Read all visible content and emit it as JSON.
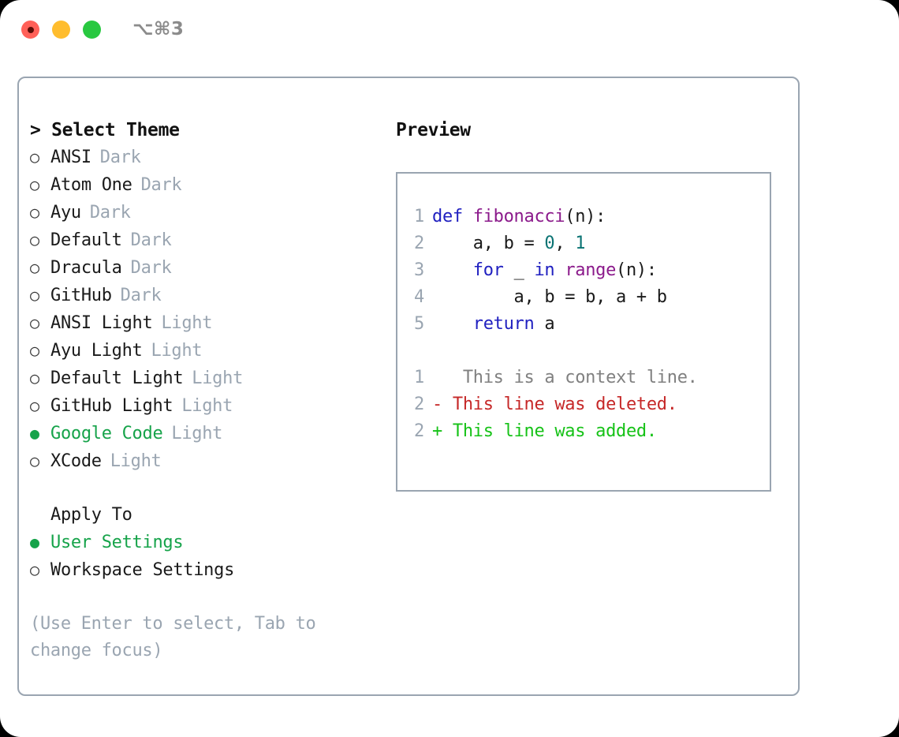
{
  "titlebar": {
    "shortcut": "⌥⌘3",
    "lights": [
      {
        "name": "close",
        "color": "#ff6058"
      },
      {
        "name": "minimize",
        "color": "#ffbd2e"
      },
      {
        "name": "zoom",
        "color": "#28c840"
      }
    ]
  },
  "colors": {
    "selected_green": "#16a34a",
    "muted": "#9aa5b1",
    "border": "#9aa5b1",
    "text": "#1a1a1a",
    "keyword_blue": "#2020c0",
    "function_purple": "#8b1a8b",
    "number_teal": "#0a7373",
    "diff_delete": "#c62828",
    "diff_add": "#16c217",
    "diff_context": "#808080"
  },
  "glyphs": {
    "prompt": ">",
    "radio_empty": "○",
    "radio_filled": "●"
  },
  "theme_list": {
    "heading": "Select Theme",
    "items": [
      {
        "label": "ANSI",
        "tag": "Dark",
        "selected": false
      },
      {
        "label": "Atom One",
        "tag": "Dark",
        "selected": false
      },
      {
        "label": "Ayu",
        "tag": "Dark",
        "selected": false
      },
      {
        "label": "Default",
        "tag": "Dark",
        "selected": false
      },
      {
        "label": "Dracula",
        "tag": "Dark",
        "selected": false
      },
      {
        "label": "GitHub",
        "tag": "Dark",
        "selected": false
      },
      {
        "label": "ANSI Light",
        "tag": "Light",
        "selected": false
      },
      {
        "label": "Ayu Light",
        "tag": "Light",
        "selected": false
      },
      {
        "label": "Default Light",
        "tag": "Light",
        "selected": false
      },
      {
        "label": "GitHub Light",
        "tag": "Light",
        "selected": false
      },
      {
        "label": "Google Code",
        "tag": "Light",
        "selected": true
      },
      {
        "label": "XCode",
        "tag": "Light",
        "selected": false
      }
    ]
  },
  "apply_to": {
    "heading": "Apply To",
    "items": [
      {
        "label": "User Settings",
        "selected": true
      },
      {
        "label": "Workspace Settings",
        "selected": false
      }
    ]
  },
  "hint": "(Use Enter to select, Tab to change focus)",
  "preview": {
    "title": "Preview",
    "code_lines": [
      {
        "num": "1",
        "segments": [
          {
            "text": "def ",
            "style": "kw"
          },
          {
            "text": "fibonacci",
            "style": "fn"
          },
          {
            "text": "(n):",
            "style": "pun"
          }
        ]
      },
      {
        "num": "2",
        "segments": [
          {
            "text": "    a, b = ",
            "style": "pun"
          },
          {
            "text": "0",
            "style": "num"
          },
          {
            "text": ", ",
            "style": "pun"
          },
          {
            "text": "1",
            "style": "num"
          }
        ]
      },
      {
        "num": "3",
        "segments": [
          {
            "text": "    ",
            "style": "pun"
          },
          {
            "text": "for",
            "style": "kw"
          },
          {
            "text": " _ ",
            "style": "pun"
          },
          {
            "text": "in",
            "style": "kw"
          },
          {
            "text": " ",
            "style": "pun"
          },
          {
            "text": "range",
            "style": "fn"
          },
          {
            "text": "(n):",
            "style": "pun"
          }
        ]
      },
      {
        "num": "4",
        "segments": [
          {
            "text": "        a, b = b, a + b",
            "style": "pun"
          }
        ]
      },
      {
        "num": "5",
        "segments": [
          {
            "text": "    ",
            "style": "pun"
          },
          {
            "text": "return",
            "style": "kw"
          },
          {
            "text": " a",
            "style": "pun"
          }
        ]
      }
    ],
    "diff_lines": [
      {
        "num": "1",
        "marker": " ",
        "text": "  This is a context line.",
        "kind": "diff-ctx"
      },
      {
        "num": "2",
        "marker": "-",
        "text": " This line was deleted.",
        "kind": "diff-del"
      },
      {
        "num": "2",
        "marker": "+",
        "text": " This line was added.",
        "kind": "diff-add"
      }
    ]
  }
}
